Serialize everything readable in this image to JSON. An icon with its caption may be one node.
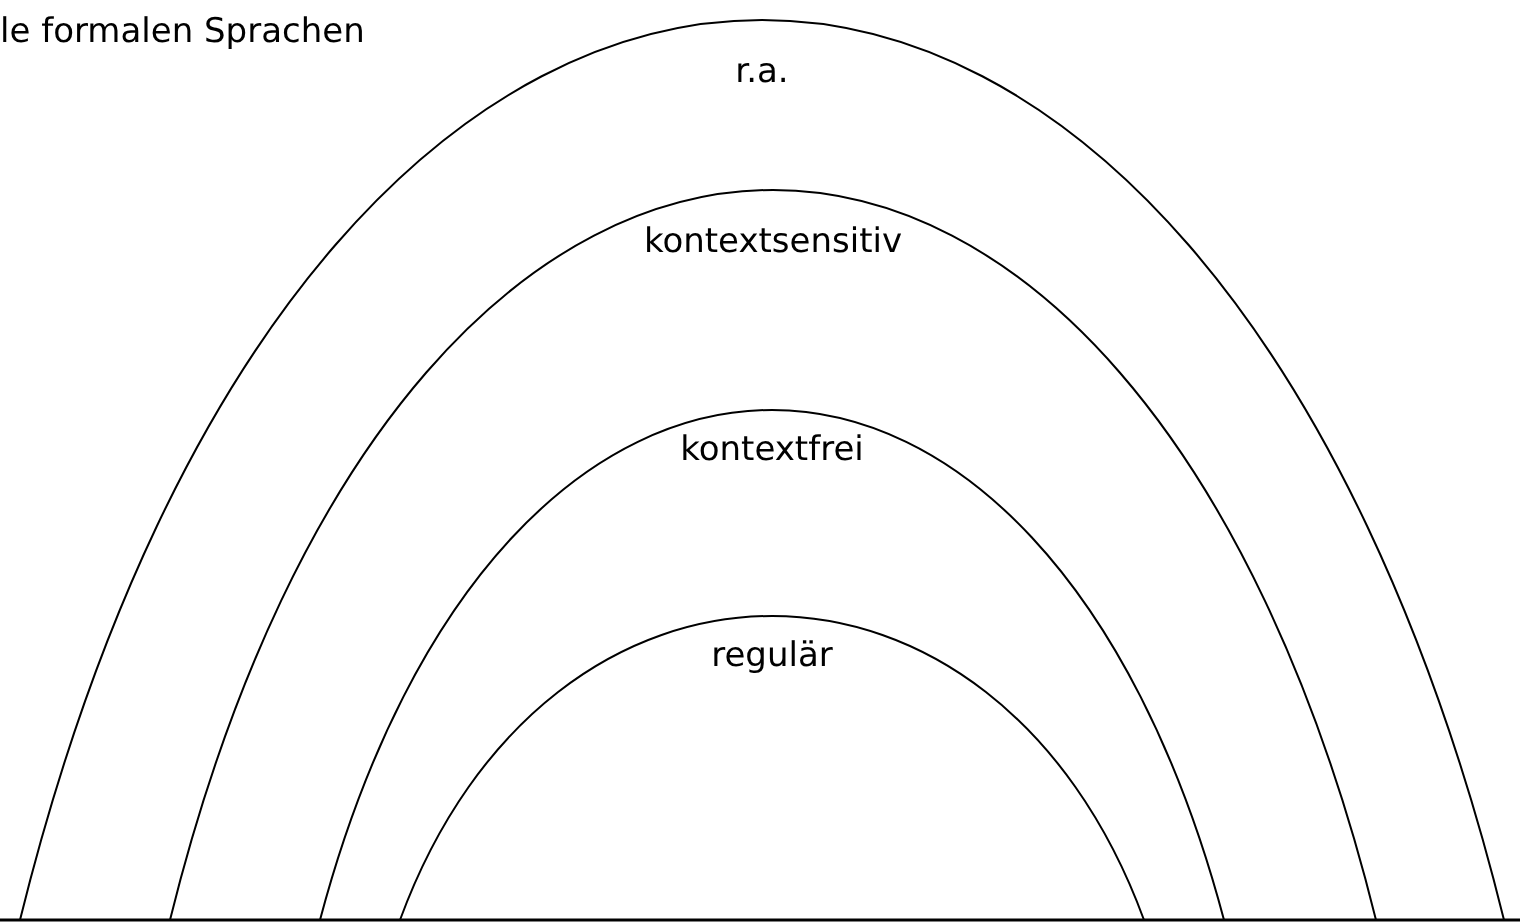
{
  "diagram": {
    "nodes": [
      {
        "text": [
          "r.a."
        ]
      },
      {
        "text": [
          "kontextsensitiv"
        ],
        "in": 0
      },
      {
        "text": [
          "kontextfrei"
        ],
        "in": 1
      },
      {
        "text": [
          "regulär"
        ],
        "in": 2
      }
    ],
    "labels": [
      "le formalen Sprachen"
    ]
  }
}
